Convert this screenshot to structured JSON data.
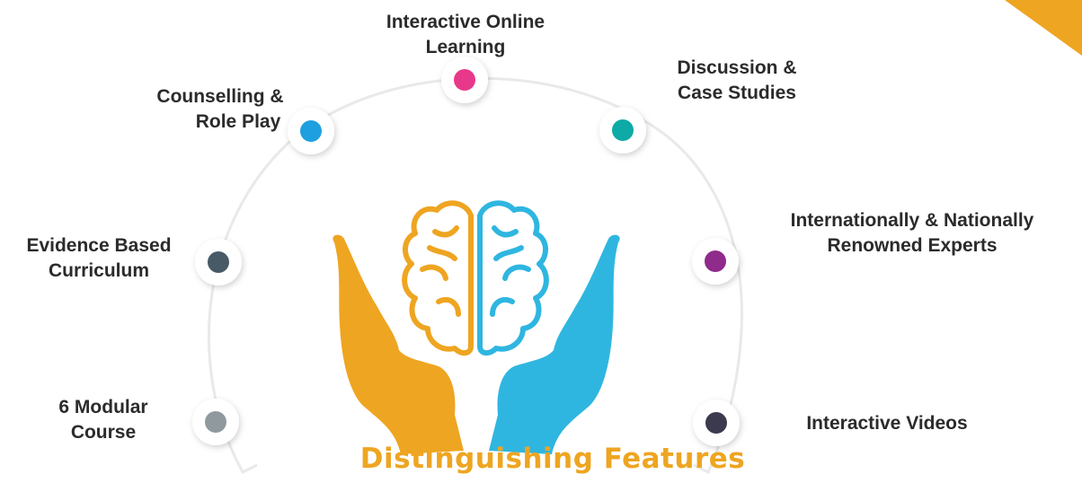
{
  "title": "Distinguishing Features",
  "colors": {
    "orange": "#eea521",
    "blue": "#2fb6e0",
    "pink": "#e8388a",
    "teal": "#0eaaa6",
    "skyblue": "#1e9fe0",
    "purple": "#8f2b8a",
    "slate": "#485a66",
    "grey": "#8f999e",
    "navy": "#3b3a4e"
  },
  "icons": {
    "center": "brain-in-hands-icon"
  },
  "features": [
    {
      "id": "interactive-online-learning",
      "lines": [
        "Interactive Online",
        "Learning"
      ],
      "color": "#e8388a"
    },
    {
      "id": "counselling-role-play",
      "lines": [
        "Counselling &",
        "Role Play"
      ],
      "color": "#1e9fe0"
    },
    {
      "id": "discussion-case-studies",
      "lines": [
        "Discussion &",
        "Case Studies"
      ],
      "color": "#0eaaa6"
    },
    {
      "id": "evidence-based-curriculum",
      "lines": [
        "Evidence Based",
        "Curriculum"
      ],
      "color": "#485a66"
    },
    {
      "id": "renowned-experts",
      "lines": [
        "Internationally & Nationally",
        "Renowned Experts"
      ],
      "color": "#8f2b8a"
    },
    {
      "id": "modular-course",
      "lines": [
        "6 Modular",
        "Course"
      ],
      "color": "#8f999e"
    },
    {
      "id": "interactive-videos",
      "lines": [
        "Interactive Videos"
      ],
      "color": "#3b3a4e"
    }
  ]
}
